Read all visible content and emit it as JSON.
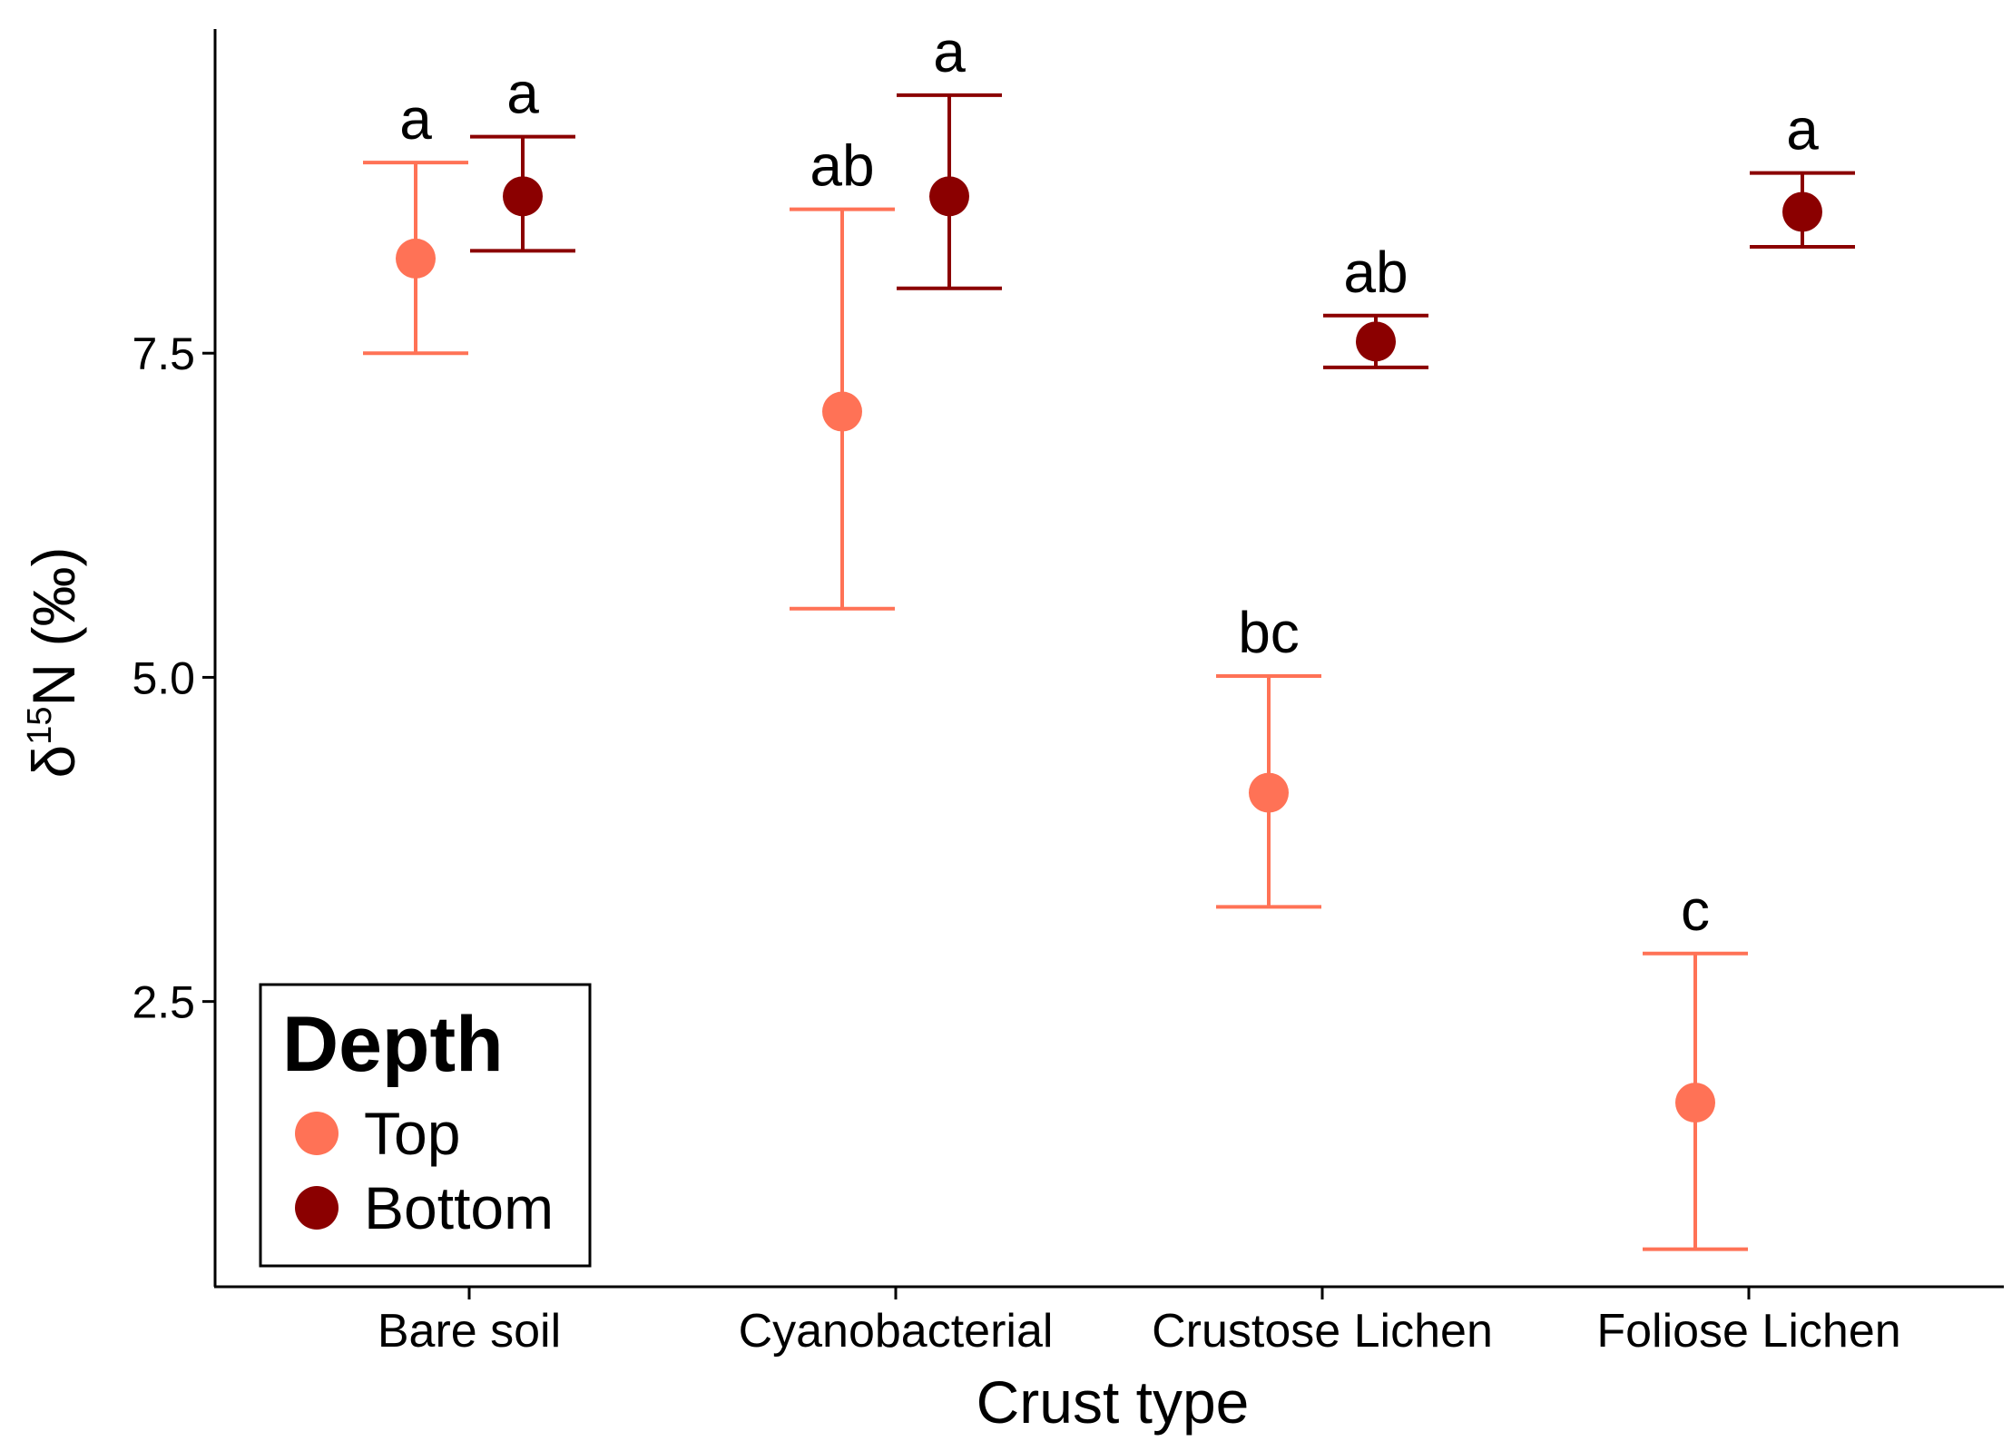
{
  "chart_data": {
    "type": "scatter",
    "xlabel": "Crust type",
    "ylabel_main": "δ",
    "ylabel_sup": "15",
    "ylabel_rest": "N (‰)",
    "categories": [
      "Bare soil",
      "Cyanobacterial",
      "Crustose Lichen",
      "Foliose Lichen"
    ],
    "ylim": [
      0.3,
      10.0
    ],
    "yticks": [
      {
        "value": 2.5,
        "label": "2.5"
      },
      {
        "value": 5.0,
        "label": "5.0"
      },
      {
        "value": 7.5,
        "label": "7.5"
      }
    ],
    "grid": false,
    "legend": {
      "title": "Depth",
      "position": "bottom-left"
    },
    "series": [
      {
        "name": "Top",
        "color": "#FF7256",
        "mean": [
          8.23,
          7.05,
          4.11,
          1.72
        ],
        "lower": [
          7.5,
          5.53,
          3.23,
          0.59
        ],
        "upper": [
          8.97,
          8.61,
          5.01,
          2.87
        ],
        "letters": [
          "a",
          "ab",
          "bc",
          "c"
        ]
      },
      {
        "name": "Bottom",
        "color": "#8B0000",
        "mean": [
          8.71,
          8.71,
          7.59,
          8.59
        ],
        "lower": [
          8.29,
          8.0,
          7.39,
          8.32
        ],
        "upper": [
          9.17,
          9.49,
          7.79,
          8.89
        ],
        "letters": [
          "a",
          "a",
          "ab",
          "a"
        ]
      }
    ]
  }
}
